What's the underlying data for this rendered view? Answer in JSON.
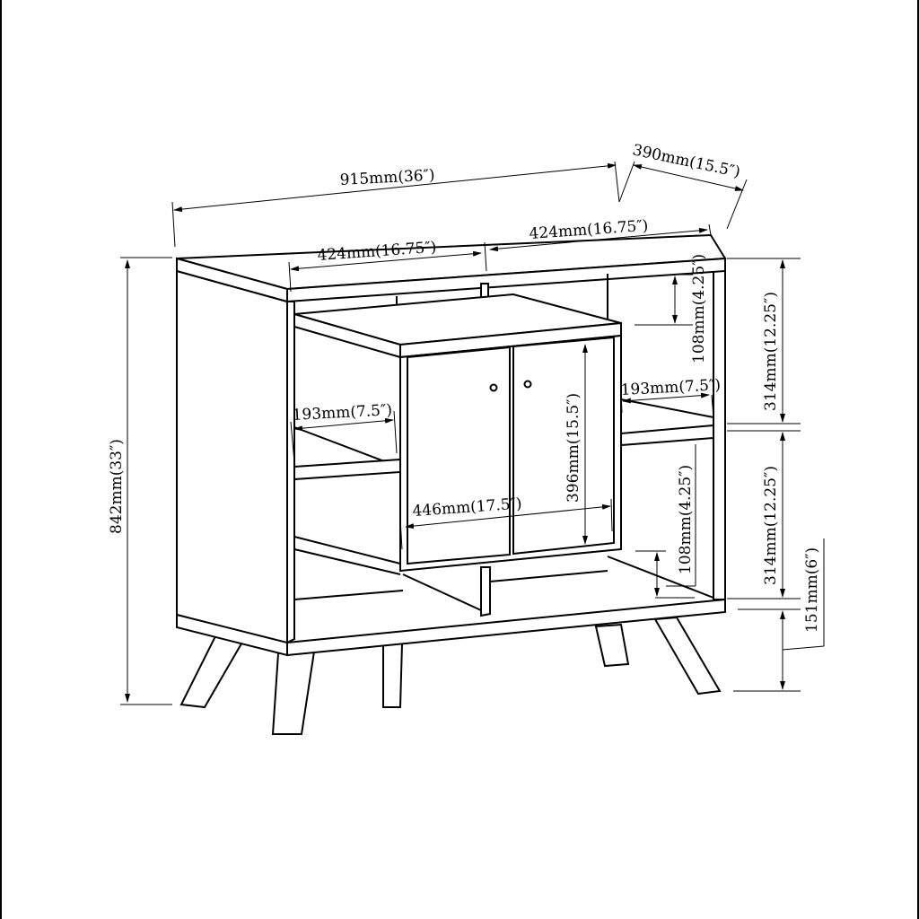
{
  "dimensions": {
    "overall_width": "915mm(36″)",
    "depth": "390mm(15.5″)",
    "top_left_width": "424mm(16.75″)",
    "top_right_width": "424mm(16.75″)",
    "upper_gap_height": "108mm(4.25″)",
    "upper_section_height": "314mm(12.25″)",
    "right_shelf_depth": "193mm(7.5″)",
    "left_shelf_depth": "193mm(7.5″)",
    "door_height": "396mm(15.5″)",
    "door_width": "446mm(17.5″)",
    "lower_gap_height": "108mm(4.25″)",
    "lower_section_height": "314mm(12.25″)",
    "leg_height": "151mm(6″)",
    "overall_height": "842mm(33″)"
  }
}
